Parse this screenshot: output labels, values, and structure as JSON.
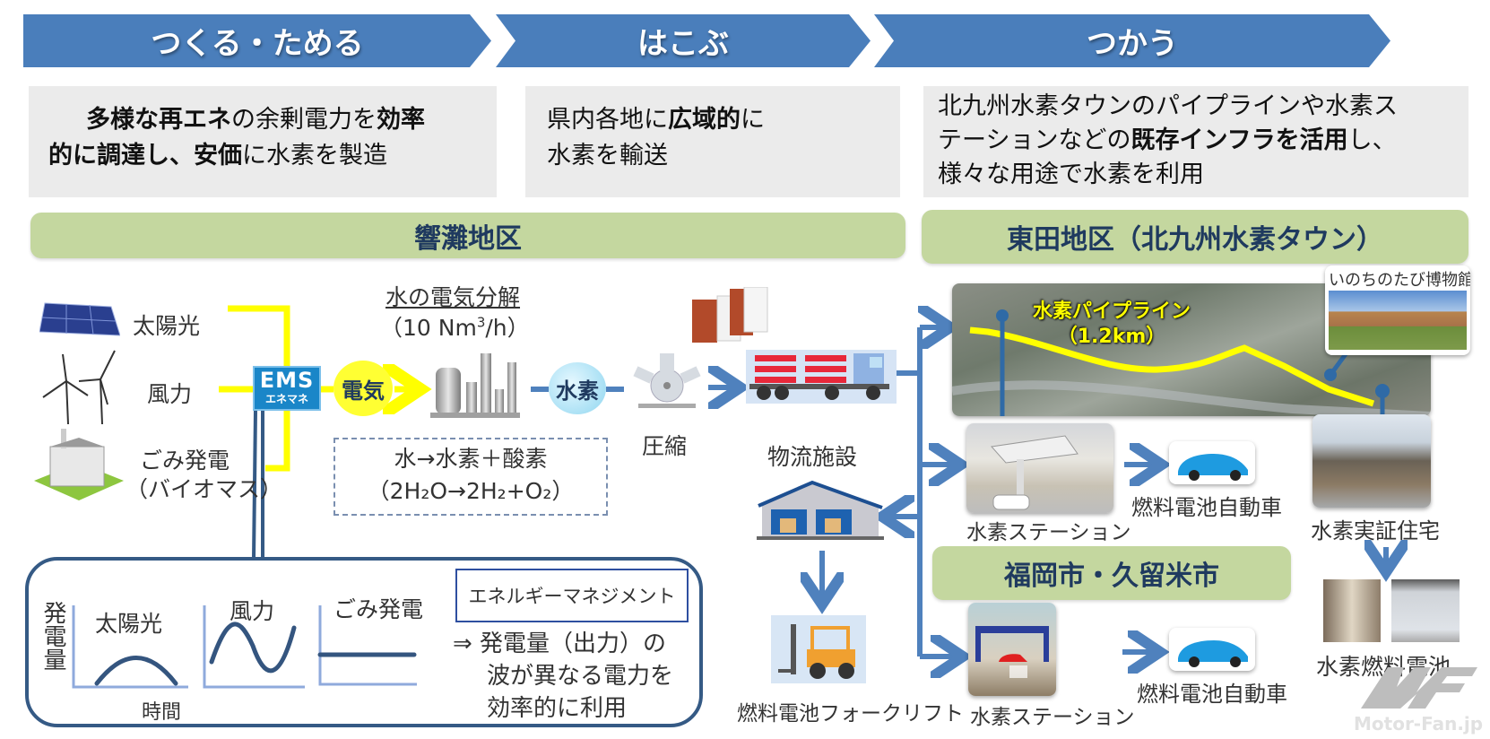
{
  "stages": [
    {
      "label": "つくる・ためる"
    },
    {
      "label": "はこぶ"
    },
    {
      "label": "つかう"
    }
  ],
  "descriptions": {
    "make": {
      "line1": [
        {
          "t": "多様な再エネ",
          "b": true
        },
        {
          "t": "の余剰電力を",
          "b": false
        },
        {
          "t": "効率",
          "b": true
        }
      ],
      "line2": [
        {
          "t": "的に調達し、安価",
          "b": true
        },
        {
          "t": "に水素を製造",
          "b": false
        }
      ]
    },
    "carry": {
      "line1": [
        {
          "t": "県内各地に",
          "b": false
        },
        {
          "t": "広域的",
          "b": true
        },
        {
          "t": "に",
          "b": false
        }
      ],
      "line2": [
        {
          "t": "水素を輸送",
          "b": false
        }
      ]
    },
    "use": {
      "line1": [
        {
          "t": "北九州水素タウンのパイプラインや水素ス",
          "b": false
        }
      ],
      "line2": [
        {
          "t": "テーションなどの",
          "b": false
        },
        {
          "t": "既存インフラを活用",
          "b": true
        },
        {
          "t": "し、",
          "b": false
        }
      ],
      "line3": [
        {
          "t": "様々な用途で水素を利用",
          "b": false
        }
      ]
    }
  },
  "areas": {
    "hibikinada": "響灘地区",
    "higashida": "東田地区（北九州水素タウン）",
    "fukuoka": "福岡市・久留米市"
  },
  "sources": {
    "solar": "太陽光",
    "wind": "風力",
    "waste_line1": "ごみ発電",
    "waste_line2": "（バイオマス）"
  },
  "ems": {
    "logo": "EMS",
    "sub": "エネマネ"
  },
  "flow": {
    "electricity": "電気",
    "hydrogen": "水素",
    "electrolysis_title": "水の電気分解",
    "electrolysis_capacity_pre": "（10 Nm",
    "electrolysis_capacity_sup": "3",
    "electrolysis_capacity_post": "/h）",
    "reaction_line1": "水→水素＋酸素",
    "reaction_line2": "（2H₂O→2H₂+O₂）",
    "compression": "圧縮",
    "logistics": "物流施設",
    "forklift": "燃料電池フォークリフト"
  },
  "ems_panel": {
    "y_axis": "発電量",
    "x_axis": "時間",
    "solar": "太陽光",
    "wind": "風力",
    "waste": "ごみ発電",
    "title": "エネルギーマネジメント",
    "text_line1": "⇒ 発電量（出力）の",
    "text_line2": "波が異なる電力を",
    "text_line3": "効率的に利用"
  },
  "higashida": {
    "pipeline_line1": "水素パイプライン",
    "pipeline_line2": "（1.2km）",
    "museum": "いのちのたび博物館",
    "station": "水素ステーション",
    "fcv": "燃料電池自動車",
    "house": "水素実証住宅",
    "fuel_cell": "水素燃料電池"
  },
  "fukuoka": {
    "station": "水素ステーション",
    "fcv": "燃料電池自動車"
  },
  "watermark": "Motor-Fan.jp",
  "colors": {
    "chevron": "#4a7ebb",
    "banner": "#c4d79f",
    "desc_bg": "#ebebeb",
    "power_line": "#ffff00",
    "arrow": "#4f81bd",
    "ems": "#1a86c8"
  }
}
